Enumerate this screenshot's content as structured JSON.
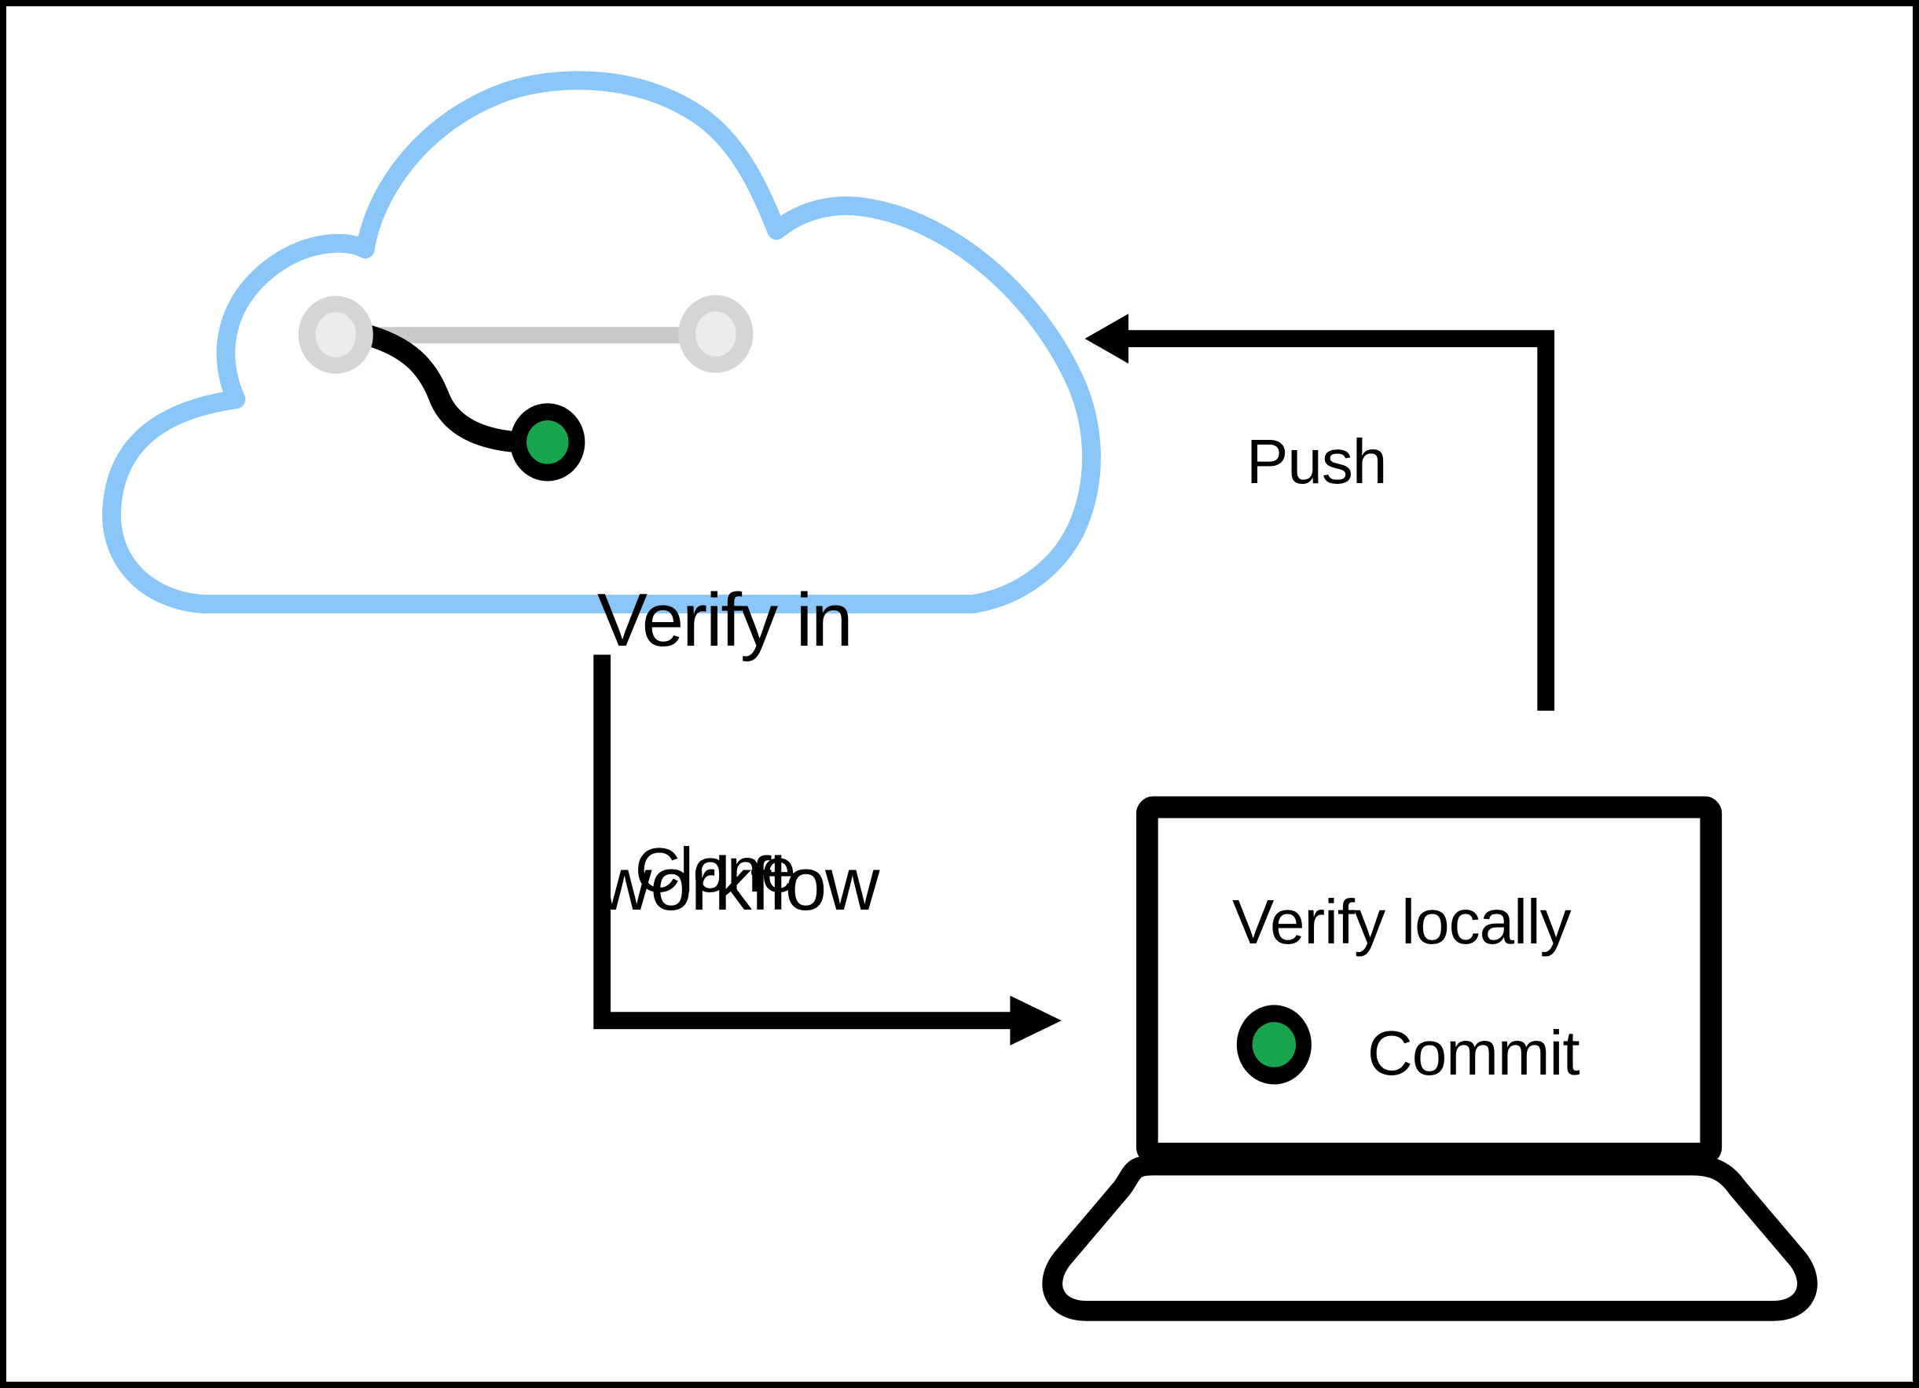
{
  "cloud": {
    "line1": "Verify in",
    "line2": "workflow"
  },
  "laptop": {
    "title": "Verify locally",
    "commit_label": "Commit"
  },
  "arrows": {
    "push_label": "Push",
    "clone_label": "Clone"
  },
  "icons": {
    "cloud": "cloud-icon",
    "git_branch": "git-branch-icon",
    "workflow_commit_dot": "commit-dot-icon",
    "laptop": "laptop-icon",
    "push_arrow": "arrow-left-elbow-icon",
    "clone_arrow": "arrow-right-elbow-icon"
  },
  "colors": {
    "background": "#FFFFFF",
    "ink": "#000000",
    "cloud-stroke": "#8AC6F8",
    "green": "#18A54E",
    "node-gray": "#D5D5D5",
    "node-inner": "#ECECEC",
    "bar-gray": "#C9C9C9"
  }
}
